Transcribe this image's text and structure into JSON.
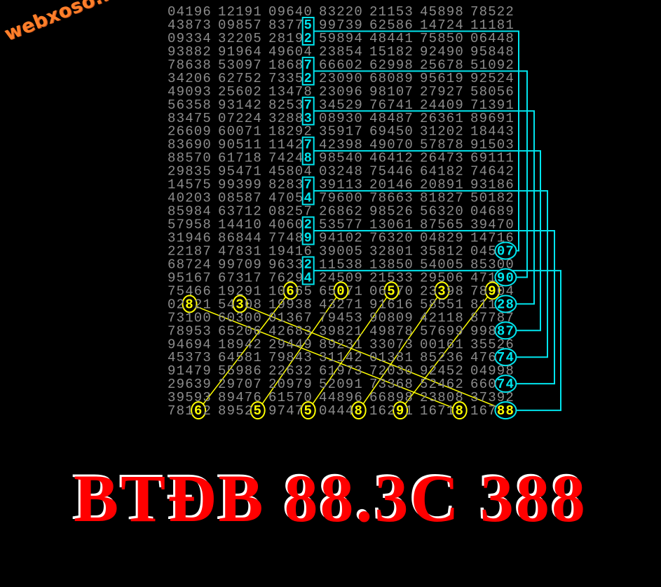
{
  "logo": "webxoso.net",
  "title": "BTĐB 88.3C 388",
  "colors": {
    "grid_text": "#8c8c8c",
    "cyan": "#00e5ee",
    "yellow": "#ffff00",
    "title": "#ff0000",
    "logo": "#ff7f2a"
  },
  "grid": [
    [
      "04196",
      "12191",
      "09640",
      "83220",
      "21153",
      "45898",
      "78522"
    ],
    [
      "43873",
      "09857",
      "83775",
      "99739",
      "62586",
      "14724",
      "11181"
    ],
    [
      "09334",
      "32205",
      "28192",
      "59894",
      "48441",
      "75850",
      "06448"
    ],
    [
      "93882",
      "91964",
      "49604",
      "23854",
      "15182",
      "92490",
      "95848"
    ],
    [
      "78638",
      "53097",
      "18687",
      "66602",
      "62998",
      "25678",
      "51092"
    ],
    [
      "34206",
      "62752",
      "73352",
      "23090",
      "68089",
      "95619",
      "92524"
    ],
    [
      "49093",
      "25602",
      "13478",
      "23096",
      "98107",
      "27927",
      "58056"
    ],
    [
      "56358",
      "93142",
      "82537",
      "34529",
      "76741",
      "24409",
      "71391"
    ],
    [
      "83475",
      "07224",
      "32883",
      "08930",
      "48487",
      "26361",
      "89691"
    ],
    [
      "26609",
      "60071",
      "18292",
      "35917",
      "69450",
      "31202",
      "18443"
    ],
    [
      "83690",
      "90511",
      "11427",
      "42398",
      "49070",
      "57878",
      "91503"
    ],
    [
      "88570",
      "61718",
      "74248",
      "98540",
      "46412",
      "26473",
      "69111"
    ],
    [
      "29835",
      "95471",
      "45804",
      "03248",
      "75446",
      "64182",
      "74642"
    ],
    [
      "14575",
      "99399",
      "82837",
      "39113",
      "20146",
      "20891",
      "93186"
    ],
    [
      "40203",
      "08587",
      "47054",
      "79600",
      "78663",
      "81827",
      "50182"
    ],
    [
      "85984",
      "63712",
      "08257",
      "26862",
      "98526",
      "56320",
      "04689"
    ],
    [
      "57958",
      "14410",
      "40602",
      "53577",
      "13061",
      "87565",
      "39470"
    ],
    [
      "31946",
      "86844",
      "77489",
      "94102",
      "76320",
      "04829",
      "14716"
    ],
    [
      "22187",
      "47831",
      "19416",
      "39005",
      "32801",
      "35812",
      "04507"
    ],
    [
      "68724",
      "99709",
      "96332",
      "11538",
      "13850",
      "54005",
      "85300"
    ],
    [
      "95167",
      "67317",
      "76294",
      "24509",
      "21533",
      "29506",
      "47190"
    ],
    [
      "75466",
      "19291",
      "10665",
      "65071",
      "06570",
      "23398",
      "78904"
    ],
    [
      "02821",
      "54308",
      "19938",
      "43271",
      "91616",
      "58551",
      "81128"
    ],
    [
      "73100",
      "60300",
      "01367",
      "79453",
      "90809",
      "42118",
      "87787"
    ],
    [
      "78953",
      "65206",
      "42683",
      "39821",
      "49878",
      "57699",
      "99887"
    ],
    [
      "94694",
      "18942",
      "29449",
      "89231",
      "33073",
      "00161",
      "35526"
    ],
    [
      "45373",
      "64581",
      "79843",
      "31142",
      "01381",
      "85236",
      "47674"
    ],
    [
      "91479",
      "55986",
      "22632",
      "61973",
      "72030",
      "92452",
      "04998"
    ],
    [
      "29639",
      "29707",
      "20979",
      "52091",
      "73368",
      "52462",
      "66074"
    ],
    [
      "39593",
      "89476",
      "61570",
      "44896",
      "66898",
      "23808",
      "37392"
    ],
    [
      "78162",
      "89525",
      "97475",
      "04448",
      "16291",
      "16718",
      "16788"
    ]
  ]
}
